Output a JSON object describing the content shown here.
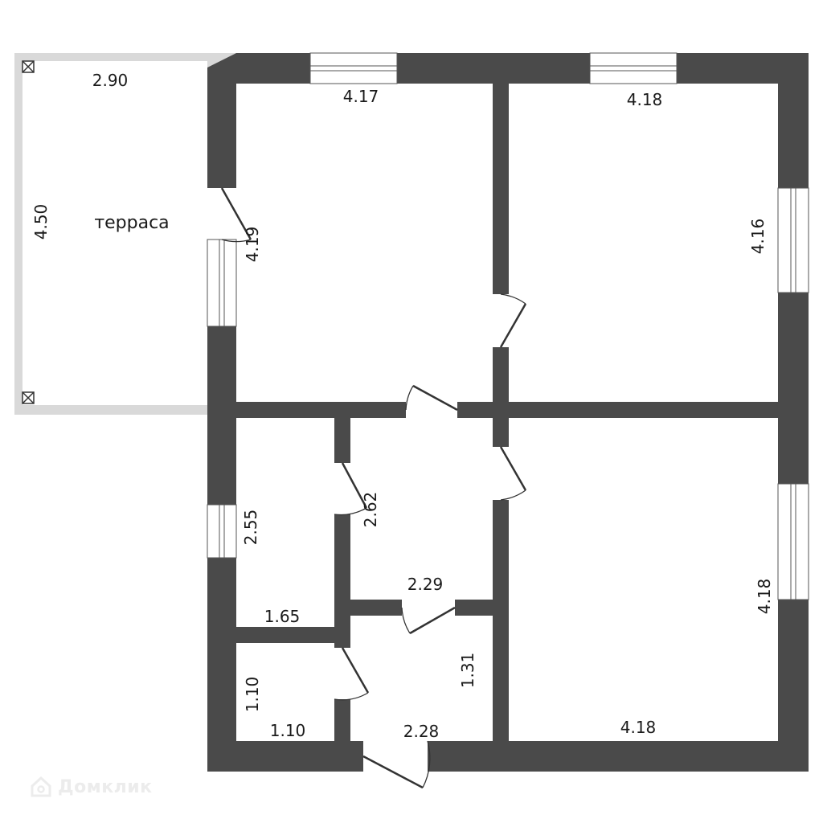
{
  "plan": {
    "wall_color": "#4a4a4a",
    "terrace_color": "#d9d9d9",
    "window_color": "#ffffff",
    "door_color": "#333333",
    "terrace_label": "терраса",
    "dimensions": {
      "terrace_width": "2.90",
      "terrace_height": "4.50",
      "room_top_left_width": "4.17",
      "room_top_left_height": "4.19",
      "room_top_right_width": "4.18",
      "room_top_right_height": "4.16",
      "small_room_height": "2.55",
      "small_room_width": "1.65",
      "hall_height": "2.62",
      "hall_width": "2.29",
      "bath_height": "1.10",
      "bath_width": "1.10",
      "entry_height": "1.31",
      "entry_width": "2.28",
      "room_bottom_right_height": "4.18",
      "room_bottom_right_width": "4.18"
    }
  },
  "watermark": {
    "text": "Домклик",
    "icon": "house-logo-icon"
  }
}
